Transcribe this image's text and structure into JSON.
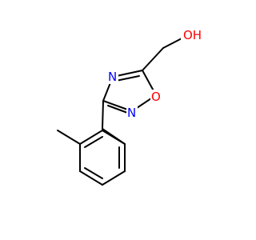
{
  "molecule": {
    "atom_labels": {
      "hydroxyl": "OH",
      "ring_nitrogen_top": "N",
      "ring_nitrogen_bottom": "N",
      "ring_oxygen": "O"
    },
    "colors": {
      "bond": "#000000",
      "oxygen": "#ff0000",
      "nitrogen": "#0000ff",
      "background": "#ffffff"
    }
  }
}
